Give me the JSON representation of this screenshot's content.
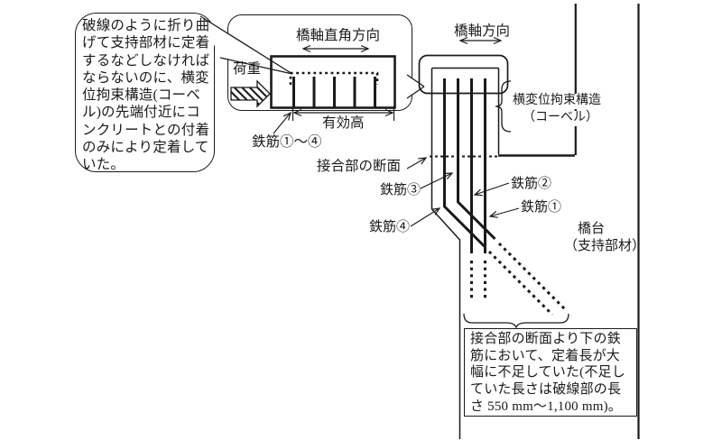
{
  "colors": {
    "ink": "#1a1a1a",
    "background": "#ffffff"
  },
  "callout_left": {
    "lines": [
      "破線のように折り曲",
      "げて支持部材に定着",
      "するなどしなければ",
      "ならないのに、横変",
      "位拘束構造(コーベ",
      "ル)の先端付近にコ",
      "ンクリートとの付着",
      "のみにより定着して",
      "いた。"
    ]
  },
  "inset": {
    "direction_label": "橋軸直角方向",
    "load_label": "荷重",
    "effective_depth_label": "有効高",
    "rebar_range_label": "鉄筋①～④"
  },
  "main": {
    "axis_label": "橋軸方向",
    "corbel_label_line1": "横変位拘束構造",
    "corbel_label_line2": "（コーベル）",
    "joint_section_label": "接合部の断面",
    "rebar1_label": "鉄筋①",
    "rebar2_label": "鉄筋②",
    "rebar3_label": "鉄筋③",
    "rebar4_label": "鉄筋④",
    "abutment_label_line1": "橋台",
    "abutment_label_line2": "（支持部材）"
  },
  "callout_bottom": {
    "lines": [
      "接合部の断面より下の鉄",
      "筋において、定着長が大",
      "幅に不足していた(不足し",
      "ていた長さは破線部の長",
      "さ 550 mm～1,100 mm)。"
    ]
  }
}
